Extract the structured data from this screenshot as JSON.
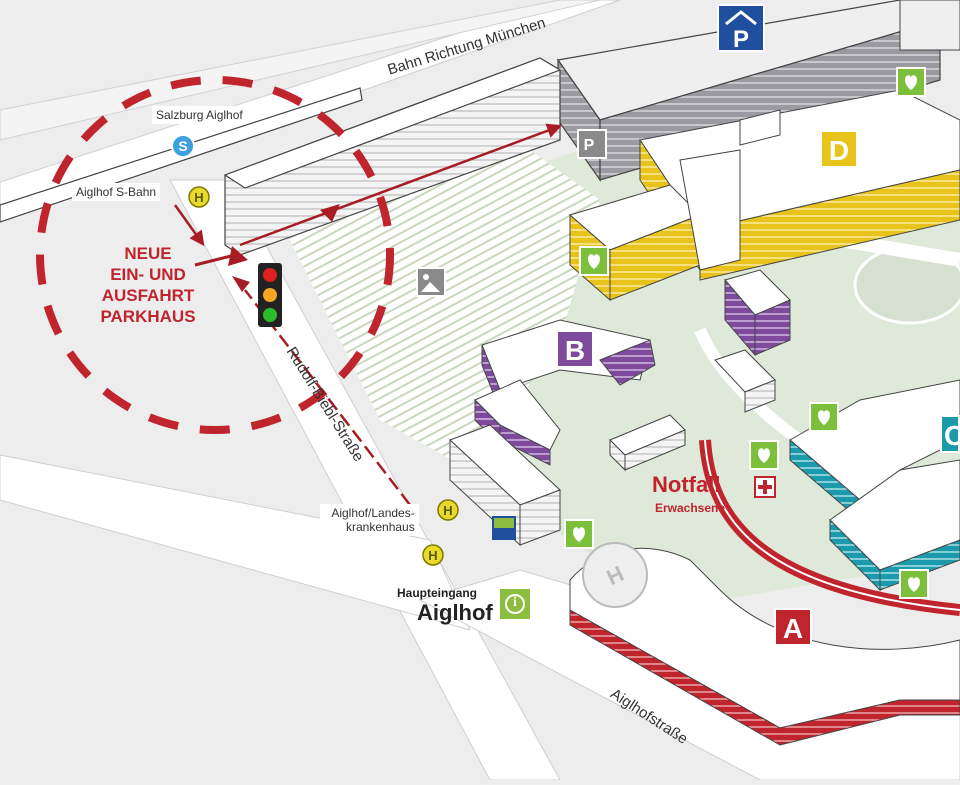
{
  "labels": {
    "rail": "Bahn Richtung München",
    "salzburg_aiglhof": "Salzburg Aiglhof",
    "aiglhof_sbahn": "Aiglhof S-Bahn",
    "aiglhof_landes_1": "Aiglhof/Landes-",
    "aiglhof_landes_2": "krankenhaus",
    "rudolf": "Rudolf-Biebl-Straße",
    "aiglhofstrasse": "Aiglhofstraße",
    "neue_1": "NEUE",
    "neue_2": "EIN- UND",
    "neue_3": "AUSFAHRT",
    "neue_4": "PARKHAUS",
    "notfall": "Notfall",
    "notfall_sub": "Erwachsene",
    "haupt_small": "Haupteingang",
    "haupt_big": "Aiglhof",
    "info_letter": "i"
  },
  "icons": {
    "parking_letter": "P",
    "sbahn_letter": "S",
    "bus_letter": "H",
    "heli_letter": "H",
    "parking_small": "P"
  },
  "buildings": {
    "A": "A",
    "B": "B",
    "D": "D",
    "C": "C"
  },
  "colors": {
    "background": "#ededed",
    "road": "#ffffff",
    "green_area": "#dfe9d9",
    "parking_house": "#9a9aa0",
    "building_a": "#c0242c",
    "building_b": "#7e4a9c",
    "building_c": "#1a9aaa",
    "building_d": "#e8c31c",
    "parking_blue": "#1f4f9e",
    "bus_yellow": "#e8d92a",
    "sbahn_blue": "#3ba0dd",
    "route_red": "#a81c24",
    "aed_green": "#7bbf3a",
    "info_green": "#8cbd3f"
  }
}
